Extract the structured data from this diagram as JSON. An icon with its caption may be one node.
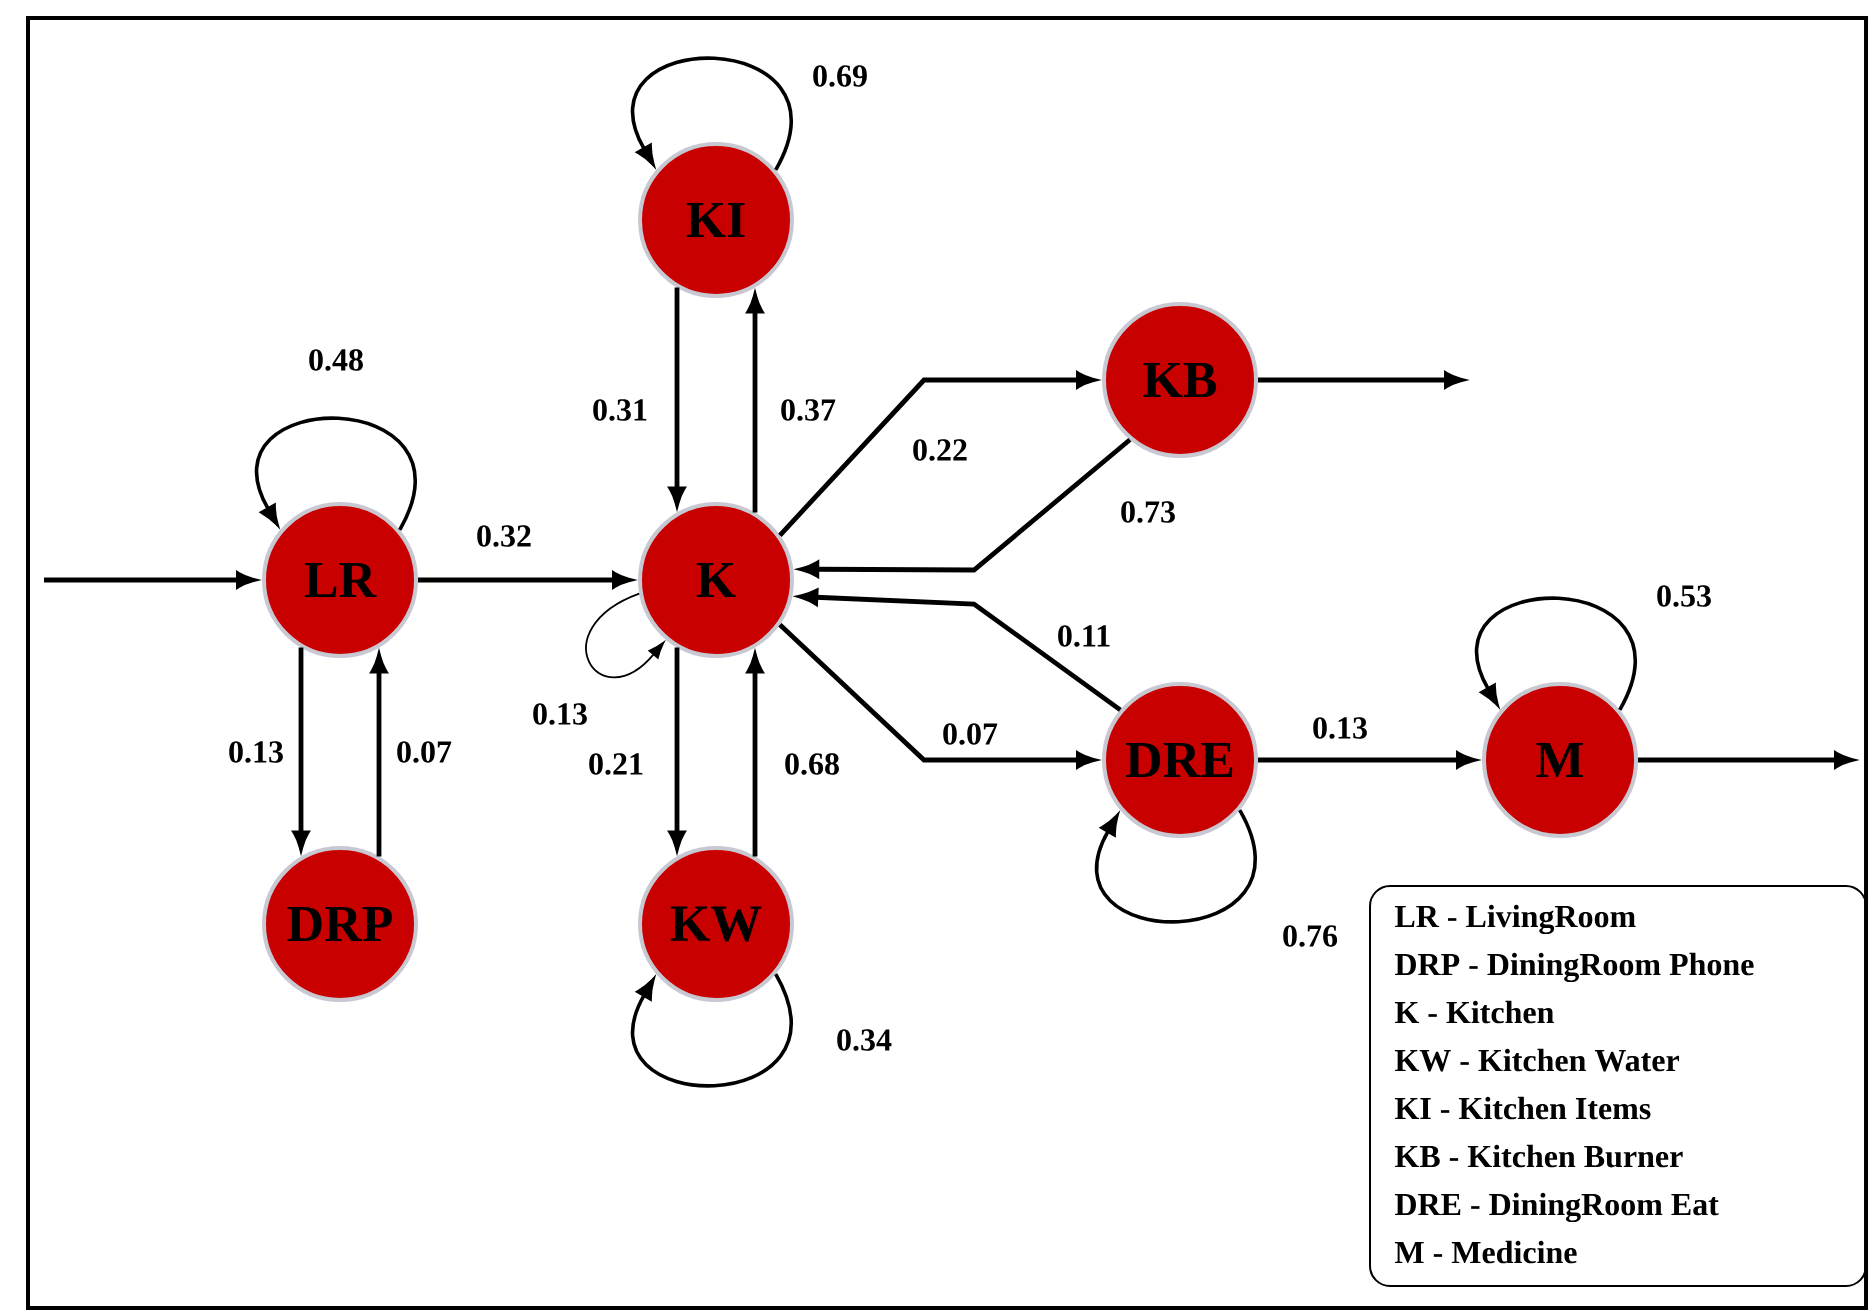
{
  "diagram": {
    "nodes": [
      {
        "text": [
          "LR"
        ]
      },
      {
        "text": [
          "DRP"
        ]
      },
      {
        "text": [
          "K"
        ]
      },
      {
        "text": [
          "KI"
        ]
      },
      {
        "text": [
          "KW"
        ]
      },
      {
        "text": [
          "KB"
        ]
      },
      {
        "text": [
          "DRE"
        ]
      },
      {
        "text": [
          "M"
        ]
      }
    ],
    "edges": [
      {
        "from": null,
        "to": 0,
        "arrow": "to"
      },
      {
        "from": 0,
        "to": 0,
        "arrow": "to",
        "label": "0.48"
      },
      {
        "from": 0,
        "to": 2,
        "arrow": "to",
        "label": "0.32"
      },
      {
        "from": 0,
        "to": 1,
        "arrow": "to",
        "label": "0.13"
      },
      {
        "from": 1,
        "to": 0,
        "arrow": "to",
        "label": "0.07"
      },
      {
        "from": 3,
        "to": 3,
        "arrow": "to",
        "label": "0.69"
      },
      {
        "from": 3,
        "to": 2,
        "arrow": "to",
        "label": "0.31"
      },
      {
        "from": 2,
        "to": 3,
        "arrow": "to",
        "label": "0.37"
      },
      {
        "from": 2,
        "to": 2,
        "arrow": "to",
        "label": "0.13"
      },
      {
        "from": 2,
        "to": 5,
        "arrow": "to",
        "label": "0.22"
      },
      {
        "from": 5,
        "to": 2,
        "arrow": "to",
        "label": "0.73"
      },
      {
        "from": 5,
        "to": null,
        "arrow": "to"
      },
      {
        "from": 2,
        "to": 4,
        "arrow": "to",
        "label": "0.21"
      },
      {
        "from": 4,
        "to": 2,
        "arrow": "to",
        "label": "0.68"
      },
      {
        "from": 4,
        "to": 4,
        "arrow": "to",
        "label": "0.34"
      },
      {
        "from": 2,
        "to": 6,
        "arrow": "to",
        "label": "0.07"
      },
      {
        "from": 6,
        "to": 2,
        "arrow": "to",
        "label": "0.11"
      },
      {
        "from": 6,
        "to": 6,
        "arrow": "to",
        "label": "0.76"
      },
      {
        "from": 6,
        "to": 7,
        "arrow": "to",
        "label": "0.13"
      },
      {
        "from": 7,
        "to": 7,
        "arrow": "to",
        "label": "0.53"
      },
      {
        "from": 7,
        "to": null,
        "arrow": "to"
      }
    ],
    "legend": [
      {
        "text": "LR - LivingRoom"
      },
      {
        "text": "DRP - DiningRoom Phone"
      },
      {
        "text": "K - Kitchen"
      },
      {
        "text": "KW - Kitchen Water"
      },
      {
        "text": "KI - Kitchen Items"
      },
      {
        "text": "KB - Kitchen Burner"
      },
      {
        "text": "DRE - DiningRoom Eat"
      },
      {
        "text": "M - Medicine"
      }
    ]
  }
}
